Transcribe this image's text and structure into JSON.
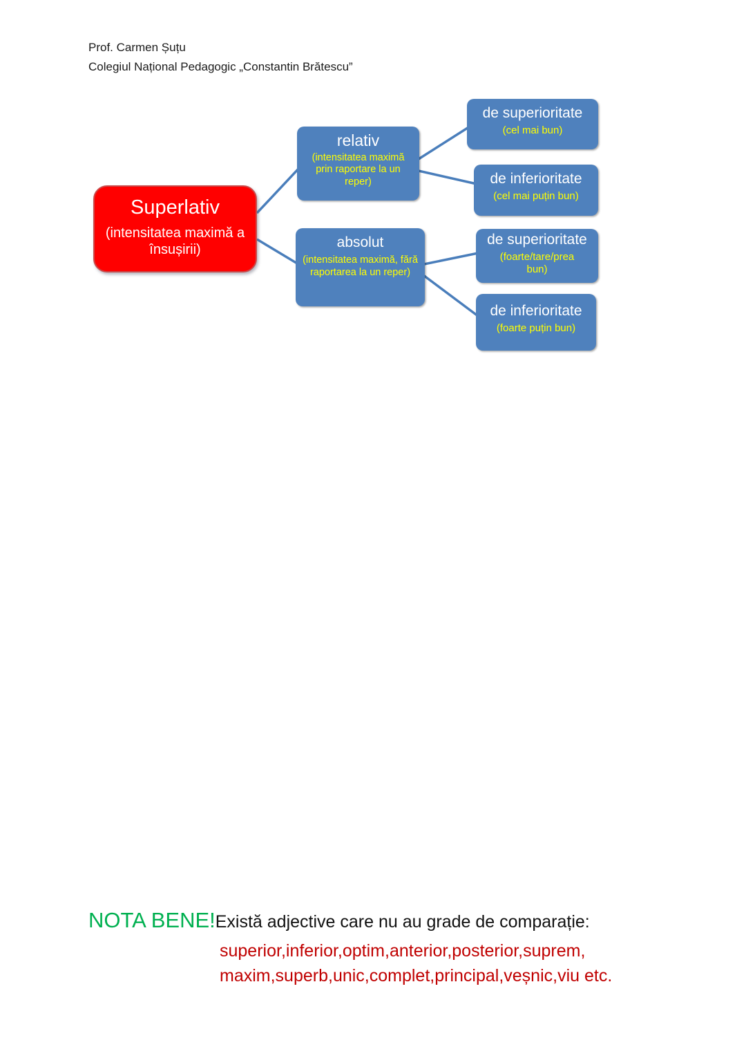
{
  "header": {
    "author": "Prof. Carmen Șuțu",
    "institution": "Colegiul Național Pedagogic „Constantin Brătescu”"
  },
  "diagram": {
    "root": {
      "title": "Superlativ",
      "subtitle": "(intensitatea maximă a însușirii)"
    },
    "relativ": {
      "title": "relativ",
      "subtitle": "(intensitatea maximă prin raportare la un reper)"
    },
    "absolut": {
      "title": "absolut",
      "subtitle": "(intensitatea maximă, fără raportarea la un reper)"
    },
    "relativ_superioritate": {
      "title": "de superioritate",
      "subtitle": "(cel mai bun)"
    },
    "relativ_inferioritate": {
      "title": "de inferioritate",
      "subtitle": "(cel mai puțin bun)"
    },
    "absolut_superioritate": {
      "title": "de superioritate",
      "subtitle": "(foarte/tare/prea bun)"
    },
    "absolut_inferioritate": {
      "title": "de inferioritate",
      "subtitle": "(foarte puțin bun)"
    }
  },
  "note": {
    "label": "NOTA BENE!",
    "intro": "Există adjective care nu au grade de comparație:",
    "examples_line1": "superior,inferior,optim,anterior,posterior,suprem,",
    "examples_line2": "maxim,superb,unic,complet,principal,veșnic,viu etc."
  },
  "colors": {
    "box_blue": "#4F81BD",
    "box_red": "#FF0000",
    "subtitle_yellow": "#FFFF00",
    "connector_blue": "#4A7EBB",
    "nota_green": "#00B050",
    "examples_red": "#C00000"
  }
}
